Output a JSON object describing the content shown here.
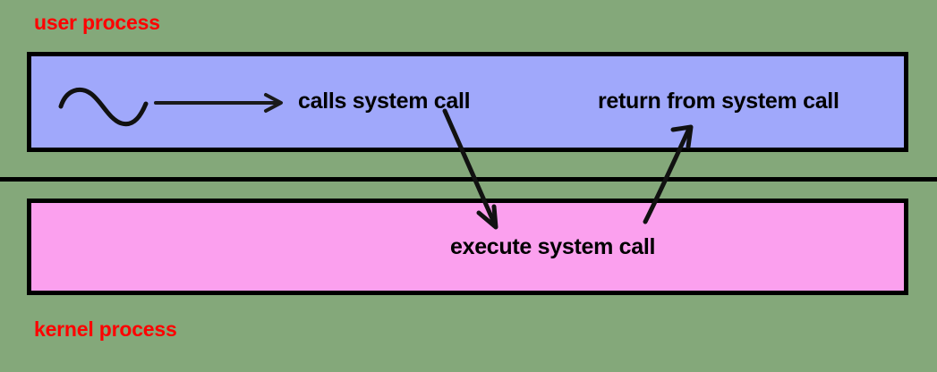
{
  "diagram": {
    "title": "system call flow between user process and kernel process",
    "colors": {
      "background_green": "#84a87a",
      "user_box_blue": "#a0a8fb",
      "kernel_box_pink": "#fba0ee",
      "label_red": "#ff0000",
      "stroke_black": "#000000"
    },
    "labels": {
      "user_process": "user process",
      "kernel_process": "kernel process"
    },
    "user_box": {
      "text": "calls system call",
      "return_text": "return from system call"
    },
    "kernel_box": {
      "text": "execute system call"
    },
    "icons": {
      "squiggle": "sine-wave-squiggle-icon",
      "flow_arrow": "right-arrow-icon",
      "trap_arrow": "down-arrow-icon",
      "return_arrow": "up-arrow-icon",
      "divider": "mode-boundary-line"
    }
  }
}
